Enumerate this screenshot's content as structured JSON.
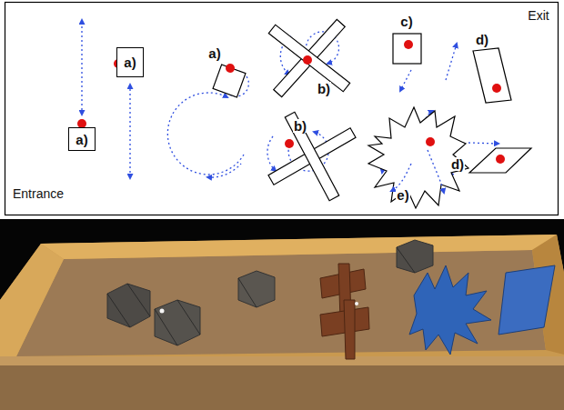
{
  "diagram": {
    "nodes": [
      {
        "text": [
          "a)"
        ]
      },
      {
        "text": [
          "a)"
        ]
      }
    ],
    "labels": [
      "Exit",
      "a)",
      "b)",
      "c)",
      "d)",
      "b)",
      "d)",
      "e)",
      "Entrance"
    ]
  }
}
